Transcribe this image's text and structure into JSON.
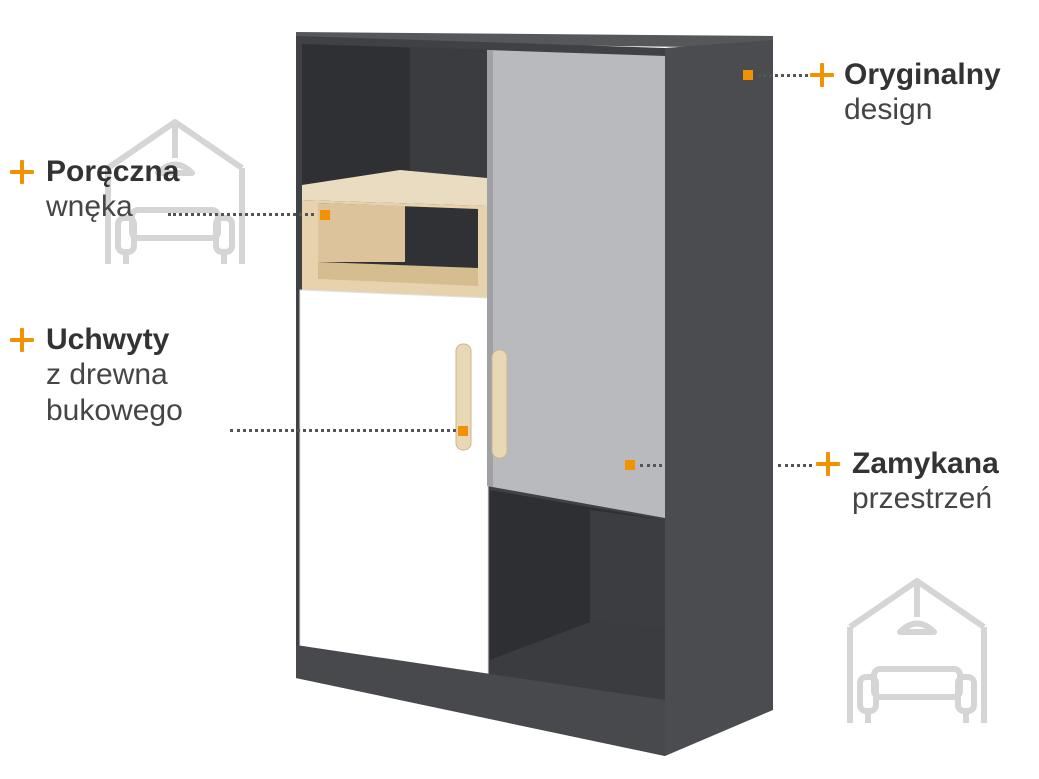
{
  "callouts": {
    "design": {
      "title": "Oryginalny",
      "subtitle": "design"
    },
    "niche": {
      "title": "Poręczna",
      "subtitle": "wnęka"
    },
    "handles": {
      "title": "Uchwyty",
      "subtitle_line1": "z drewna",
      "subtitle_line2": "bukowego"
    },
    "closed": {
      "title": "Zamykana",
      "subtitle": "przestrzeń"
    }
  },
  "colors": {
    "accent": "#f39200",
    "cabinet_body": "#4b4d50",
    "door_grey": "#b9bbbd",
    "door_white": "#ffffff",
    "wood": "#e8d6b4",
    "text": "#333333"
  },
  "icons": [
    "home-furniture-icon",
    "home-furniture-icon"
  ]
}
